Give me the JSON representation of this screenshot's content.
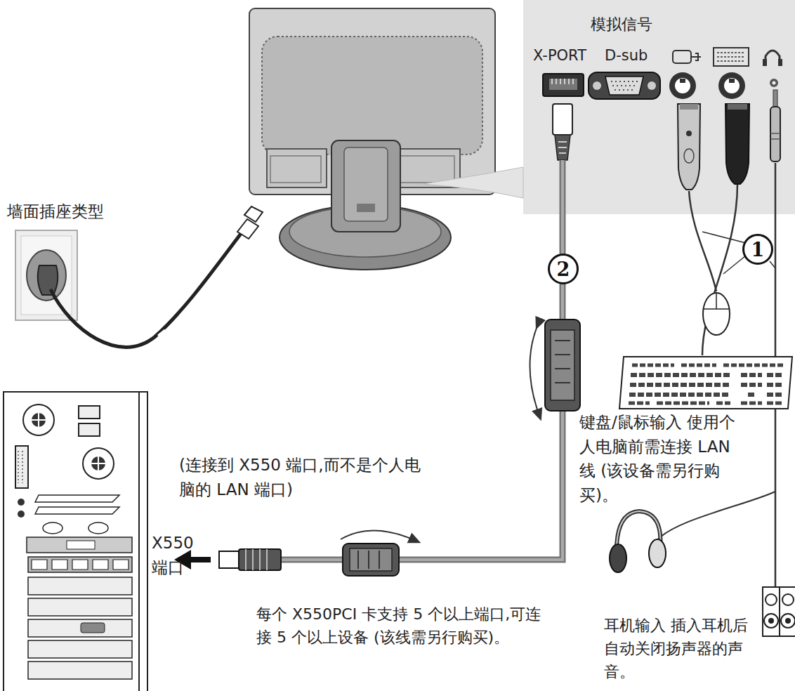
{
  "diagram": {
    "nodes": [
      {
        "text": [
          "模拟信号",
          "X-PORT",
          "D-sub"
        ]
      },
      {
        "text": [
          "2"
        ]
      },
      {
        "text": [
          "1"
        ]
      }
    ],
    "labels": [
      "墙面插座类型",
      "(连接到 X550 端口,而不是个人电脑的 LAN 端口)",
      "X550 端口",
      "每个 X550PCI 卡支持 5 个以上端口,可连接 5 个以上设备 (该线需另行购买)。",
      "键盘/鼠标输入 使用个人电脑前需连接 LAN 线 (该设备需另行购买)。",
      "耳机输入 插入耳机后自动关闭扬声器的声音。"
    ]
  }
}
